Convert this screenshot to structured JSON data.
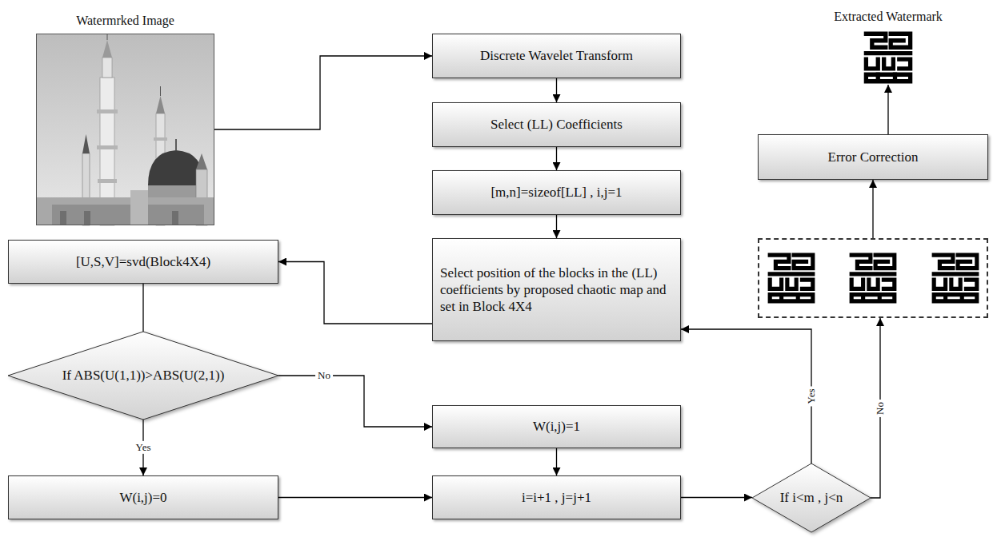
{
  "diagram": {
    "nodes": [
      {
        "text": [
          "Watermrked Image"
        ]
      },
      {
        "text": [
          "Discrete Wavelet Transform"
        ]
      },
      {
        "text": [
          "Select (LL) Coefficients"
        ]
      },
      {
        "text": [
          "[m,n]=sizeof[LL] , i,j=1"
        ]
      },
      {
        "text": [
          "Select position of the blocks in the (LL) coefficients by proposed chaotic map and set in Block 4X4"
        ]
      },
      {
        "text": [
          "[U,S,V]=svd(Block4X4)"
        ]
      },
      {
        "text": [
          "If ABS(U(1,1))>ABS(U(2,1))"
        ]
      },
      {
        "text": [
          "W(i,j)=1"
        ]
      },
      {
        "text": [
          "W(i,j)=0"
        ]
      },
      {
        "text": [
          "i=i+1 , j=j+1"
        ]
      },
      {
        "text": [
          "If i<m , j<n"
        ]
      },
      {
        "text": []
      },
      {
        "text": [
          "Error Correction"
        ]
      },
      {
        "text": [
          "Extracted Watermark"
        ]
      }
    ],
    "edges": [
      {
        "from": 0,
        "to": 1,
        "arrow": "to"
      },
      {
        "from": 1,
        "to": 2,
        "arrow": "to"
      },
      {
        "from": 2,
        "to": 3,
        "arrow": "to"
      },
      {
        "from": 3,
        "to": 4,
        "arrow": "to"
      },
      {
        "from": 4,
        "to": 5,
        "arrow": "to"
      },
      {
        "from": 5,
        "to": 6,
        "arrow": "none"
      },
      {
        "from": 6,
        "to": 7,
        "label": "No",
        "arrow": "to"
      },
      {
        "from": 6,
        "to": 8,
        "label": "Yes",
        "arrow": "to"
      },
      {
        "from": 7,
        "to": 9,
        "arrow": "to"
      },
      {
        "from": 8,
        "to": 9,
        "arrow": "to"
      },
      {
        "from": 9,
        "to": 10,
        "arrow": "to"
      },
      {
        "from": 10,
        "to": 4,
        "label": "Yes",
        "arrow": "to"
      },
      {
        "from": 10,
        "to": 11,
        "label": "No",
        "arrow": "to"
      },
      {
        "from": 11,
        "to": 12,
        "arrow": "to"
      },
      {
        "from": 12,
        "to": 13,
        "arrow": "to"
      }
    ]
  }
}
